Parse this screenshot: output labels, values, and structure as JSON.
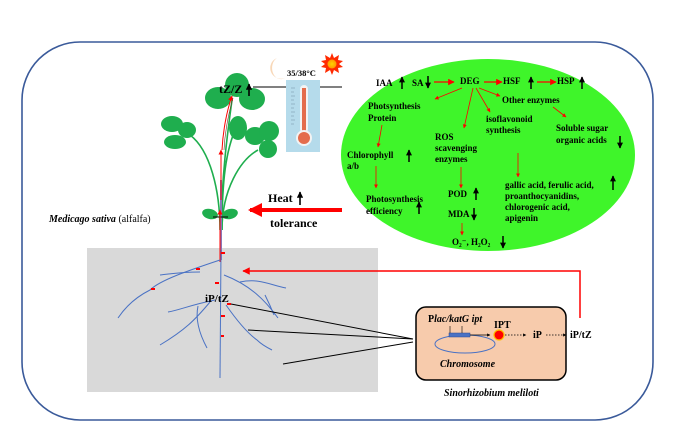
{
  "plant": {
    "species_italic": "Medicago sativa",
    "species_common": " (alfalfa)",
    "shoot_hormone": "tZ/Z",
    "root_hormone": "iP/tZ"
  },
  "temperature": {
    "label": "35/38°C"
  },
  "heat_tolerance": {
    "line1": "Heat",
    "line2": "tolerance"
  },
  "pathway": {
    "iaa": "IAA",
    "sa": "SA",
    "deg": "DEG",
    "hsf": "HSF",
    "hsp": "HSP",
    "other_enzymes": "Other enzymes",
    "photo_protein_1": "Photsynthesis",
    "photo_protein_2": "Protein",
    "isoflavonoid_1": "isoflavonoid",
    "isoflavonoid_2": "synthesis",
    "soluble_1": "Soluble sugar",
    "soluble_2": "organic acids",
    "ros_1": "ROS",
    "ros_2": "scavenging",
    "ros_3": "enzymes",
    "chlorophyll_1": "Chlorophyll",
    "chlorophyll_2": "a/b",
    "efficiency_1": "Photosynthesis",
    "efficiency_2": "efficiency",
    "pod": "POD",
    "mda": "MDA",
    "ros_species": "O₂⁻, H₂O₂",
    "phenolics_1": "gallic acid, ferulic acid,",
    "phenolics_2": "proanthocyanidins,",
    "phenolics_3": "chlorogenic acid,",
    "phenolics_4": "apigenin"
  },
  "bacterium": {
    "promoter_plain": "P",
    "promoter_italic": "lac/katG ipt",
    "enzyme": "IPT",
    "chromosome": "Chromosome",
    "ip": "iP",
    "ip_tz": "iP/tZ",
    "name": "Sinorhizobium meliloti"
  },
  "colors": {
    "frame": "#3a5a9a",
    "ellipse": "#3ff52a",
    "arrow_red": "#ff0000",
    "soil": "#d9d9d9",
    "bacterium_fill": "#f7cbac",
    "leaf": "#1fae4e",
    "root": "#4a72c4"
  }
}
